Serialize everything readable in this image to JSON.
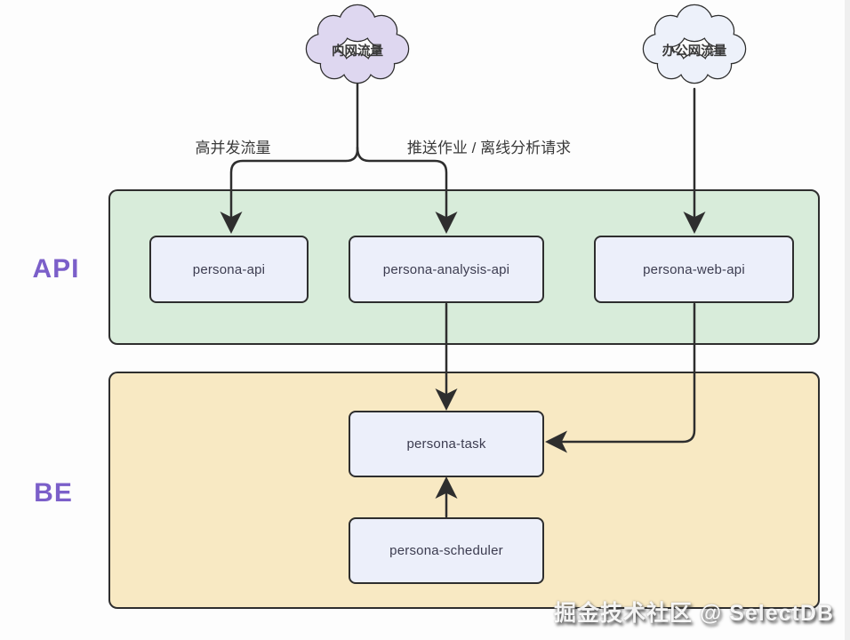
{
  "diagram": {
    "clouds": [
      {
        "label": "内网流量"
      },
      {
        "label": "办公网流量"
      }
    ],
    "edge_labels": [
      {
        "text": "高并发流量"
      },
      {
        "text": "推送作业 / 离线分析请求"
      }
    ],
    "groups": [
      {
        "label": "API",
        "nodes": [
          {
            "label": "persona-api"
          },
          {
            "label": "persona-analysis-api"
          },
          {
            "label": "persona-web-api"
          }
        ]
      },
      {
        "label": "BE",
        "nodes": [
          {
            "label": "persona-task"
          },
          {
            "label": "persona-scheduler"
          }
        ]
      }
    ],
    "watermark": "掘金技术社区 @ SelectDB",
    "colors": {
      "group_api_fill": "#d8ecda",
      "group_be_fill": "#f8e9c3",
      "node_fill": "#eceffa",
      "cloud_intranet_fill": "#ded7f0",
      "cloud_office_fill": "#edf1fa",
      "accent_label": "#7b5fc9",
      "stroke": "#2e2e2e"
    }
  }
}
